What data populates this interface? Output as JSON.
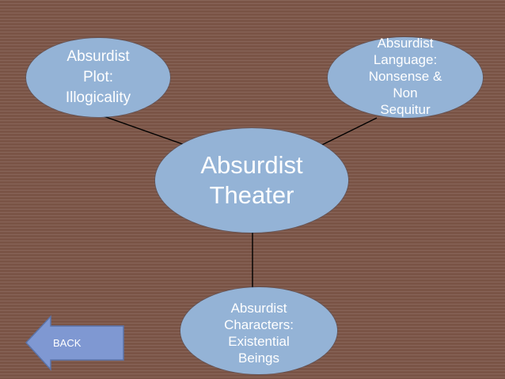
{
  "diagram": {
    "center": {
      "lines": [
        "Absurdist",
        "Theater"
      ]
    },
    "nodes": [
      {
        "id": "plot",
        "lines": [
          "Absurdist",
          "Plot:",
          "Illogicality"
        ]
      },
      {
        "id": "language",
        "lines": [
          "Absurdist",
          "Language:",
          "Nonsense &",
          "Non",
          "Sequitur"
        ]
      },
      {
        "id": "characters",
        "lines": [
          "Absurdist",
          "Characters:",
          "Existential",
          "Beings"
        ]
      }
    ],
    "colors": {
      "background": "#7a5446",
      "node_fill": "#94b3d6",
      "text": "#ffffff",
      "connector": "#000000"
    }
  },
  "navigation": {
    "back_label": "BACK"
  }
}
